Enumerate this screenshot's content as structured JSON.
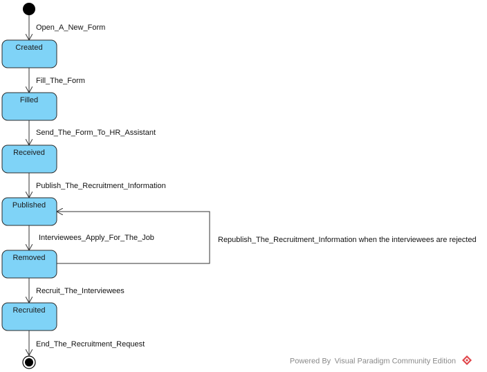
{
  "diagram": {
    "states": [
      {
        "id": "created",
        "label": "Created"
      },
      {
        "id": "filled",
        "label": "Filled"
      },
      {
        "id": "received",
        "label": "Received"
      },
      {
        "id": "published",
        "label": "Published"
      },
      {
        "id": "removed",
        "label": "Removed"
      },
      {
        "id": "recruited",
        "label": "Recruited"
      }
    ],
    "transitions": [
      {
        "from": "initial",
        "to": "created",
        "label": "Open_A_New_Form"
      },
      {
        "from": "created",
        "to": "filled",
        "label": "Fill_The_Form"
      },
      {
        "from": "filled",
        "to": "received",
        "label": "Send_The_Form_To_HR_Assistant"
      },
      {
        "from": "received",
        "to": "published",
        "label": "Publish_The_Recruitment_Information"
      },
      {
        "from": "published",
        "to": "removed",
        "label": "Interviewees_Apply_For_The_Job"
      },
      {
        "from": "removed",
        "to": "published",
        "label": "Republish_The_Recruitment_Information when the interviewees are rejected"
      },
      {
        "from": "removed",
        "to": "recruited",
        "label": "Recruit_The_Interviewees"
      },
      {
        "from": "recruited",
        "to": "final",
        "label": "End_The_Recruitment_Request"
      }
    ],
    "colors": {
      "state_fill": "#7fd3f7",
      "state_stroke": "#2b2b2b",
      "line": "#333333"
    }
  },
  "footer": {
    "text": "Powered By Visual Paradigm Community Edition",
    "logo_icon": "visual-paradigm-logo-icon"
  }
}
